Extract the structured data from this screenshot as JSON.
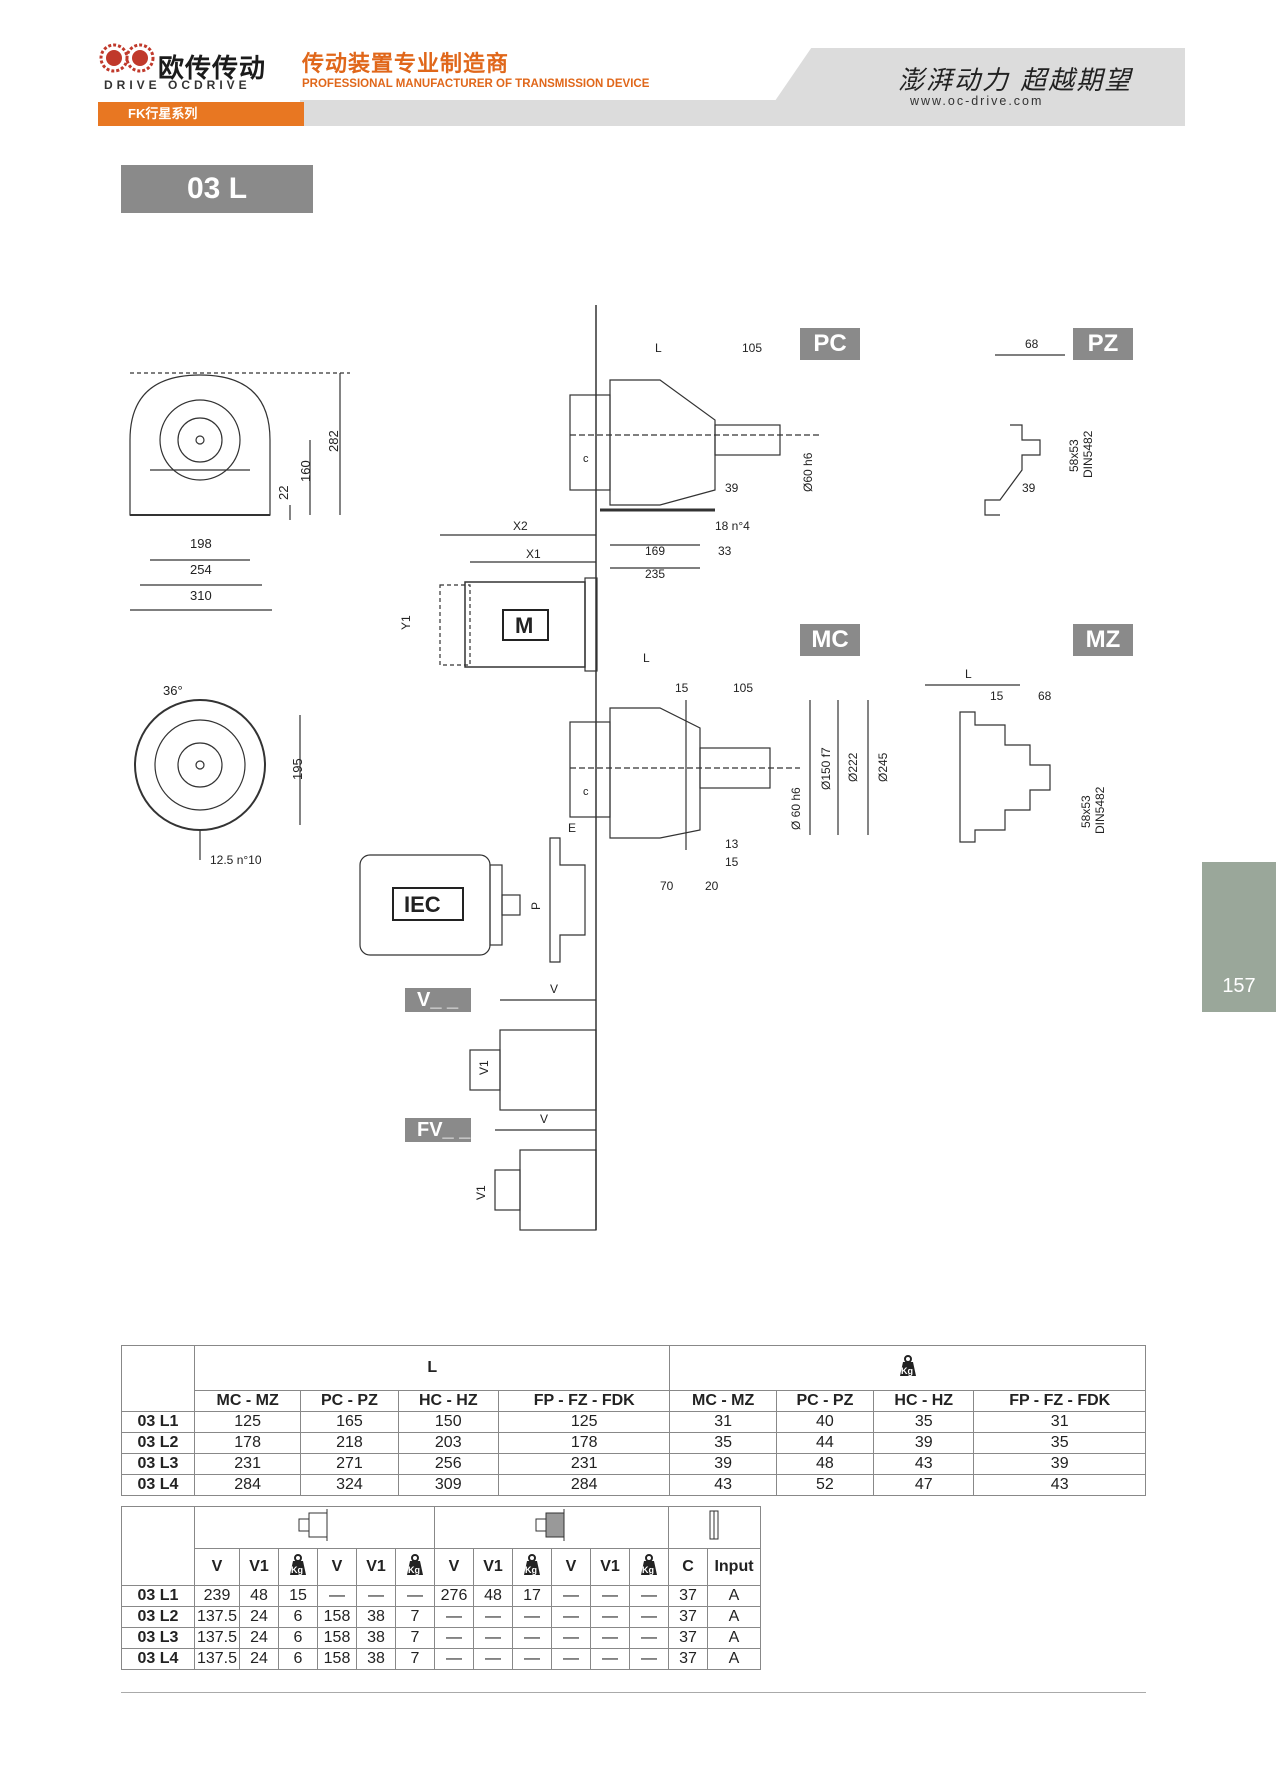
{
  "header": {
    "logo_cn": "欧传传动",
    "logo_en": "DRIVE OCDRIVE",
    "tagline_cn": "传动装置专业制造商",
    "tagline_en": "PROFESSIONAL MANUFACTURER OF TRANSMISSION DEVICE",
    "slogan": "澎湃动力 超越期望",
    "website": "www.oc-drive.com",
    "series_tab": "FK行星系列"
  },
  "model_title": "03 L",
  "page_number": "157",
  "drawing": {
    "labels": {
      "pc": "PC",
      "pz": "PZ",
      "mc": "MC",
      "mz": "MZ",
      "m": "M",
      "iec": "IEC",
      "v": "V_ _",
      "fv": "FV_ _"
    },
    "dims": {
      "d282": "282",
      "d160": "160",
      "d22": "22",
      "d198": "198",
      "d254": "254",
      "d310": "310",
      "d36": "36°",
      "d195": "195",
      "d12_5": "12.5 n°10",
      "L": "L",
      "d105": "105",
      "c": "c",
      "d39": "39",
      "d60h6": "Ø60 h6",
      "d18n4": "18 n°4",
      "X2": "X2",
      "X1": "X1",
      "d169": "169",
      "d33": "33",
      "d235": "235",
      "Y1": "Y1",
      "d68": "68",
      "d58x53": "58x53",
      "din": "DIN5482",
      "d15": "15",
      "d150f7": "Ø150 f7",
      "d222": "Ø222",
      "d245": "Ø245",
      "d13": "13",
      "d70": "70",
      "d20": "20",
      "E": "E",
      "P": "P",
      "V": "V",
      "V1": "V1",
      "d60h6b": "Ø 60 h6"
    }
  },
  "table1": {
    "header_L": "L",
    "kg": "Kg",
    "columns": [
      "MC - MZ",
      "PC - PZ",
      "HC - HZ",
      "FP - FZ - FDK",
      "MC - MZ",
      "PC - PZ",
      "HC - HZ",
      "FP - FZ - FDK"
    ],
    "rows": [
      {
        "label": "03 L1",
        "values": [
          "125",
          "165",
          "150",
          "125",
          "31",
          "40",
          "35",
          "31"
        ]
      },
      {
        "label": "03 L2",
        "values": [
          "178",
          "218",
          "203",
          "178",
          "35",
          "44",
          "39",
          "35"
        ]
      },
      {
        "label": "03 L3",
        "values": [
          "231",
          "271",
          "256",
          "231",
          "39",
          "48",
          "43",
          "39"
        ]
      },
      {
        "label": "03 L4",
        "values": [
          "284",
          "324",
          "309",
          "284",
          "43",
          "52",
          "47",
          "43"
        ]
      }
    ]
  },
  "table2": {
    "kg": "Kg",
    "columns": [
      "V",
      "V1",
      "Kg",
      "V",
      "V1",
      "Kg",
      "V",
      "V1",
      "Kg",
      "V",
      "V1",
      "Kg",
      "C",
      "Input"
    ],
    "rows": [
      {
        "label": "03 L1",
        "values": [
          "239",
          "48",
          "15",
          "—",
          "—",
          "—",
          "276",
          "48",
          "17",
          "—",
          "—",
          "—",
          "37",
          "A"
        ]
      },
      {
        "label": "03 L2",
        "values": [
          "137.5",
          "24",
          "6",
          "158",
          "38",
          "7",
          "—",
          "—",
          "—",
          "—",
          "—",
          "—",
          "37",
          "A"
        ]
      },
      {
        "label": "03 L3",
        "values": [
          "137.5",
          "24",
          "6",
          "158",
          "38",
          "7",
          "—",
          "—",
          "—",
          "—",
          "—",
          "—",
          "37",
          "A"
        ]
      },
      {
        "label": "03 L4",
        "values": [
          "137.5",
          "24",
          "6",
          "158",
          "38",
          "7",
          "—",
          "—",
          "—",
          "—",
          "—",
          "—",
          "37",
          "A"
        ]
      }
    ]
  }
}
